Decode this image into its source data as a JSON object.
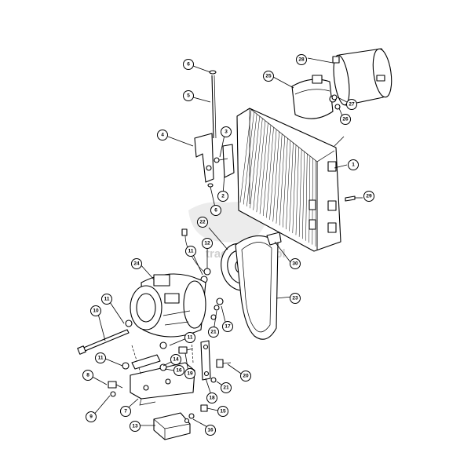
{
  "watermark": "tractorparts.pl",
  "callouts": [
    {
      "id": "c1",
      "label": "1"
    },
    {
      "id": "c2",
      "label": "2"
    },
    {
      "id": "c3",
      "label": "3"
    },
    {
      "id": "c4",
      "label": "4"
    },
    {
      "id": "c5",
      "label": "5"
    },
    {
      "id": "c6a",
      "label": "6"
    },
    {
      "id": "c6b",
      "label": "6"
    },
    {
      "id": "c7",
      "label": "7"
    },
    {
      "id": "c8",
      "label": "8"
    },
    {
      "id": "c9",
      "label": "9"
    },
    {
      "id": "c10",
      "label": "10"
    },
    {
      "id": "c11a",
      "label": "11"
    },
    {
      "id": "c11b",
      "label": "11"
    },
    {
      "id": "c11c",
      "label": "11"
    },
    {
      "id": "c11d",
      "label": "11"
    },
    {
      "id": "c12",
      "label": "12"
    },
    {
      "id": "c13",
      "label": "13"
    },
    {
      "id": "c14",
      "label": "14"
    },
    {
      "id": "c15",
      "label": "15"
    },
    {
      "id": "c16a",
      "label": "16"
    },
    {
      "id": "c16b",
      "label": "16"
    },
    {
      "id": "c17",
      "label": "17"
    },
    {
      "id": "c18",
      "label": "18"
    },
    {
      "id": "c19",
      "label": "19"
    },
    {
      "id": "c20",
      "label": "20"
    },
    {
      "id": "c21a",
      "label": "21"
    },
    {
      "id": "c21b",
      "label": "21"
    },
    {
      "id": "c22",
      "label": "22"
    },
    {
      "id": "c23",
      "label": "23"
    },
    {
      "id": "c24",
      "label": "24"
    },
    {
      "id": "c25",
      "label": "25"
    },
    {
      "id": "c26",
      "label": "26"
    },
    {
      "id": "c27",
      "label": "27"
    },
    {
      "id": "c28",
      "label": "28"
    },
    {
      "id": "c29",
      "label": "29"
    },
    {
      "id": "c30",
      "label": "30"
    }
  ]
}
